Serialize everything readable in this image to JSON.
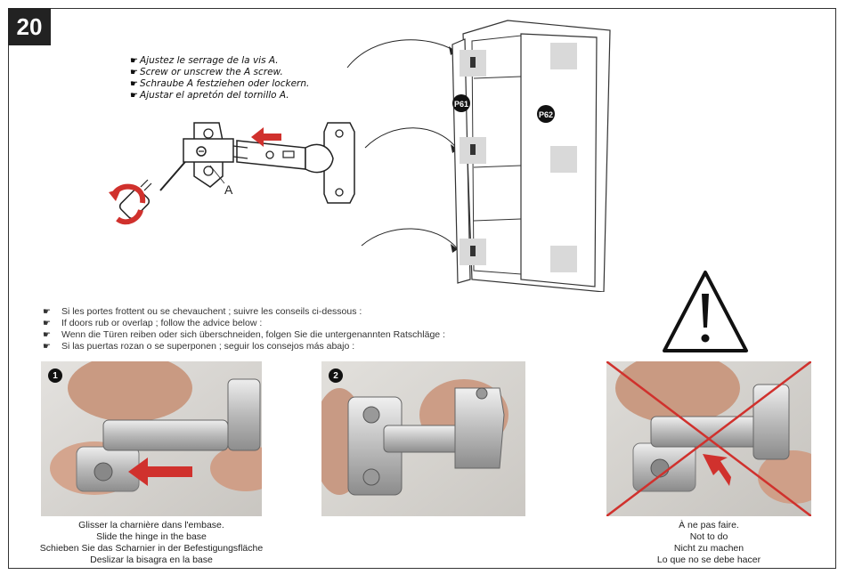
{
  "step_number": "20",
  "adjust_instructions": [
    "Ajustez le serrage de la vis A.",
    "Screw or unscrew the A screw.",
    "Schraube A festziehen oder lockern.",
    "Ajustar el apretón del tornillo A."
  ],
  "screw_label": "A",
  "door_labels": {
    "left": "P61",
    "right": "P62"
  },
  "advice_lines": [
    "Si les portes frottent ou se chevauchent ; suivre les conseils ci-dessous :",
    "If doors rub or overlap ; follow the advice below :",
    "Wenn die Türen reiben oder sich überschneiden, folgen Sie die untergenannten Ratschläge :",
    "Si las puertas rozan o se superponen ; seguir los consejos más abajo :"
  ],
  "photos": [
    {
      "number": "1",
      "caption": [
        "Glisser la charnière dans l'embase.",
        "Slide the hinge in the base",
        "Schieben Sie das Scharnier in der Befestigungsfläche",
        "Deslizar la bisagra en la base"
      ]
    },
    {
      "number": "2",
      "caption": []
    },
    {
      "number": "",
      "caption": [
        "À ne pas faire.",
        "Not to do",
        "Nicht zu machen",
        "Lo que no se debe hacer"
      ]
    }
  ],
  "colors": {
    "arrow_red": "#d0312d",
    "badge": "#222222",
    "panel_grey": "#d9d9d9"
  },
  "icons": [
    "pointing-hand-icon",
    "warning-triangle-icon",
    "rotate-arrow-icon"
  ]
}
